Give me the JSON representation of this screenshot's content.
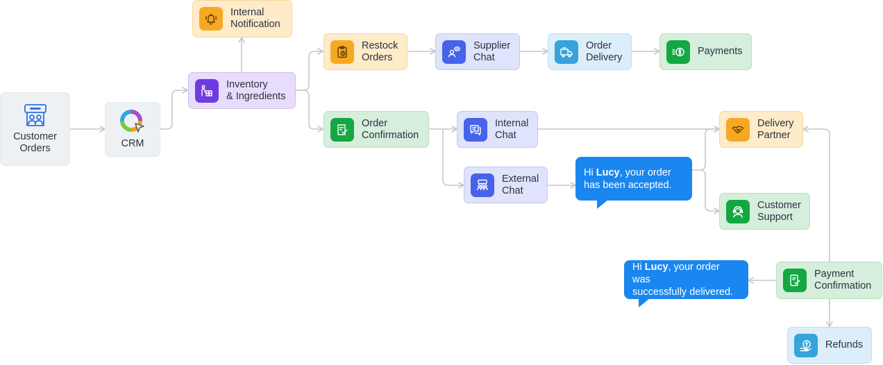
{
  "nodes": {
    "customer_orders": "Customer\nOrders",
    "crm": "CRM",
    "internal_notification": "Internal\nNotification",
    "inventory": "Inventory\n& Ingredients",
    "restock_orders": "Restock\nOrders",
    "supplier_chat": "Supplier\nChat",
    "order_delivery": "Order\nDelivery",
    "payments": "Payments",
    "order_confirmation": "Order\nConfirmation",
    "internal_chat": "Internal\nChat",
    "external_chat": "External\nChat",
    "delivery_partner": "Delivery\nPartner",
    "customer_support": "Customer\nSupport",
    "payment_confirmation": "Payment\nConfirmation",
    "refunds": "Refunds"
  },
  "bubbles": {
    "accepted": {
      "pre": "Hi ",
      "name": "Lucy",
      "post": ", your order\nhas been accepted."
    },
    "delivered": {
      "pre": "Hi ",
      "name": "Lucy",
      "post": ", your order was\nsuccessfully delivered."
    }
  },
  "colors": {
    "orange": "#f7a823",
    "purple": "#6e3be0",
    "blue": "#4663e9",
    "cyan": "#36a3da",
    "green": "#14a742",
    "bubble": "#1a86f0",
    "connector": "#c3c8ce"
  },
  "icons": {
    "customer_orders": "storefront-icon",
    "crm": "crm-logo-icon",
    "internal_notification": "bell-icon",
    "inventory": "inventory-icon",
    "restock_orders": "clipboard-icon",
    "supplier_chat": "user-chat-icon",
    "order_delivery": "delivery-truck-icon",
    "payments": "money-icon",
    "order_confirmation": "receipt-check-icon",
    "internal_chat": "chat-icon",
    "external_chat": "group-icon",
    "delivery_partner": "handshake-icon",
    "customer_support": "headset-icon",
    "payment_confirmation": "phone-payment-icon",
    "refunds": "refund-icon"
  }
}
